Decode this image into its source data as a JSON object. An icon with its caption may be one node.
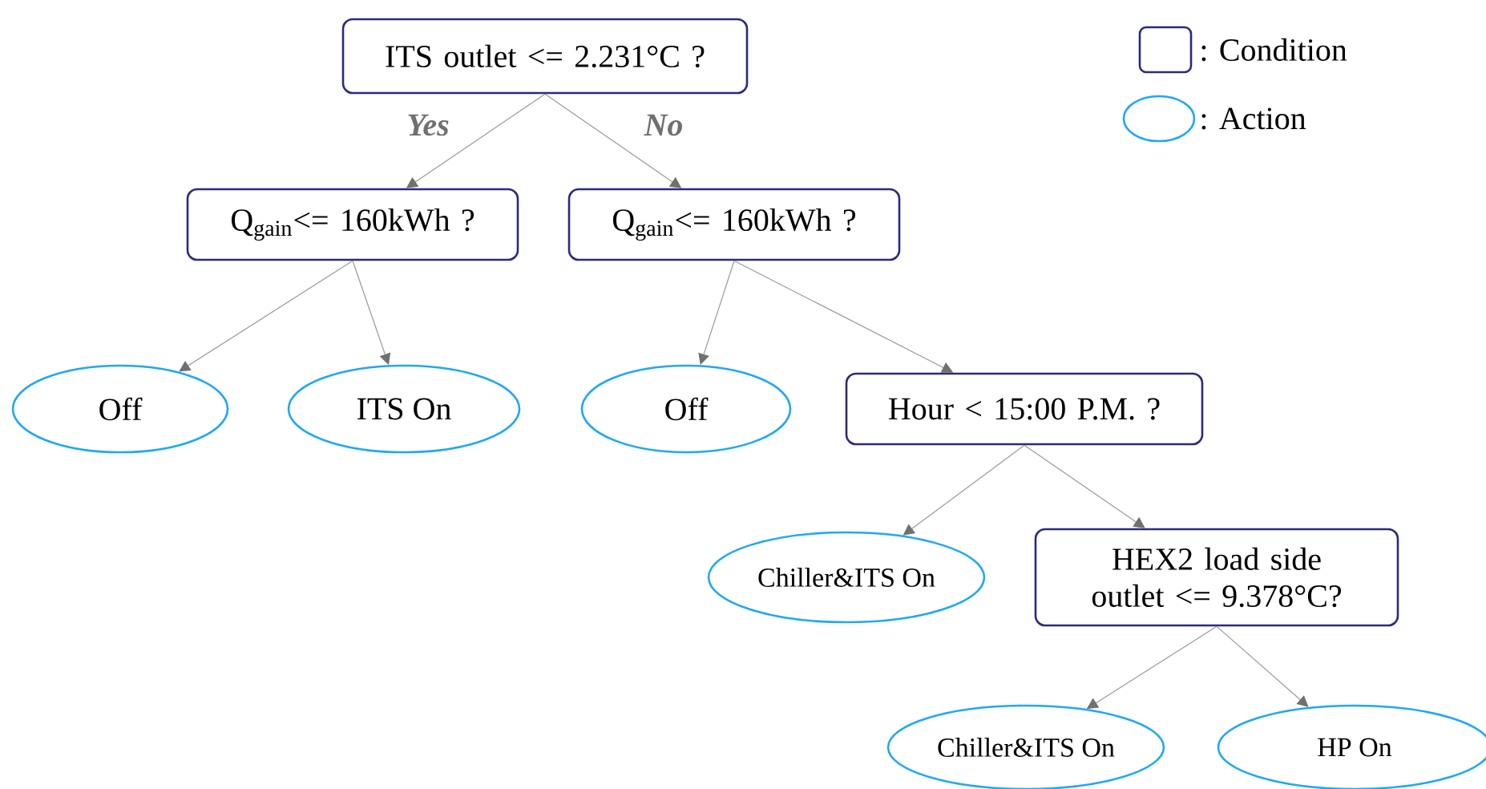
{
  "diagram": {
    "nodes": [
      {
        "text": [
          "ITS outlet <= 2.231°C ?"
        ]
      },
      {
        "text": [
          "Q$_{gain}$<= 160kWh ?"
        ]
      },
      {
        "text": [
          "Q$_{gain}$<= 160kWh ?"
        ]
      },
      {
        "text": [
          "Off"
        ]
      },
      {
        "text": [
          "ITS On"
        ]
      },
      {
        "text": [
          "Off"
        ]
      },
      {
        "text": [
          "Hour < 15:00 P.M. ?"
        ]
      },
      {
        "text": [
          "Chiller&ITS On"
        ]
      },
      {
        "text": [
          "HEX2 load side outlet <= 9.378°C?"
        ]
      },
      {
        "text": [
          "Chiller&ITS On"
        ]
      },
      {
        "text": [
          "HP On"
        ]
      }
    ],
    "edges": [
      {
        "from": 0,
        "to": 1,
        "arrow": "to",
        "label": "Yes"
      },
      {
        "from": 0,
        "to": 2,
        "arrow": "to",
        "label": "No"
      },
      {
        "from": 1,
        "to": 3,
        "arrow": "to"
      },
      {
        "from": 1,
        "to": 4,
        "arrow": "to"
      },
      {
        "from": 2,
        "to": 5,
        "arrow": "to"
      },
      {
        "from": 2,
        "to": 6,
        "arrow": "to"
      },
      {
        "from": 6,
        "to": 7,
        "arrow": "to"
      },
      {
        "from": 6,
        "to": 8,
        "arrow": "to"
      },
      {
        "from": 8,
        "to": 9,
        "arrow": "to"
      },
      {
        "from": 8,
        "to": 10,
        "arrow": "to"
      }
    ],
    "legend": [
      {
        "text": ": Condition"
      },
      {
        "text": ": Action"
      }
    ]
  }
}
